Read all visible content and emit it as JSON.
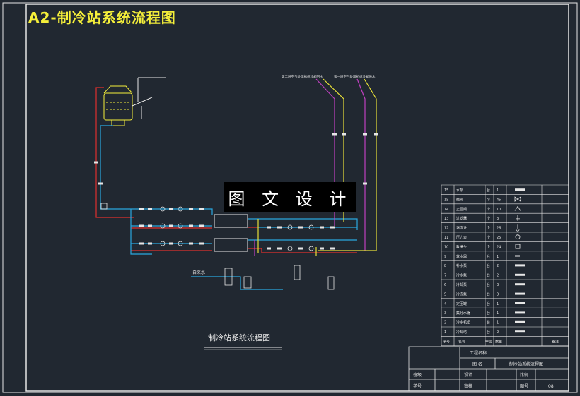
{
  "page": {
    "title": "A2-制冷站系统流程图"
  },
  "watermark": "图 文 设 计",
  "diagram": {
    "caption": "制冷站系统流程图",
    "water_source_label": "自来水",
    "riser_labels": [
      "第二层空气处理机组冷却回水",
      "第一层空气处理机组冷却供水"
    ]
  },
  "legend": {
    "header": {
      "no": "序号",
      "name": "名称",
      "unit": "单位",
      "qty": "数量",
      "note": "备注"
    },
    "rows": [
      {
        "no": "15",
        "name": "水泵",
        "unit": "台",
        "qty": "1",
        "symbol": "bar"
      },
      {
        "no": "15",
        "name": "截阀",
        "unit": "个",
        "qty": "45",
        "symbol": "valve"
      },
      {
        "no": "14",
        "name": "止回阀",
        "unit": "个",
        "qty": "10",
        "symbol": "check"
      },
      {
        "no": "13",
        "name": "过滤器",
        "unit": "个",
        "qty": "3",
        "symbol": "filter"
      },
      {
        "no": "12",
        "name": "温度计",
        "unit": "个",
        "qty": "26",
        "symbol": "thermo"
      },
      {
        "no": "11",
        "name": "压力表",
        "unit": "个",
        "qty": "25",
        "symbol": "gauge"
      },
      {
        "no": "10",
        "name": "软接头",
        "unit": "个",
        "qty": "24",
        "symbol": "flex"
      },
      {
        "no": "9",
        "name": "软水器",
        "unit": "台",
        "qty": "1",
        "symbol": "tinybar"
      },
      {
        "no": "8",
        "name": "补水泵",
        "unit": "台",
        "qty": "2",
        "symbol": "bar"
      },
      {
        "no": "7",
        "name": "冷水泵",
        "unit": "台",
        "qty": "2",
        "symbol": "bar"
      },
      {
        "no": "6",
        "name": "冷却泵",
        "unit": "台",
        "qty": "3",
        "symbol": "bar"
      },
      {
        "no": "5",
        "name": "冷冻泵",
        "unit": "台",
        "qty": "3",
        "symbol": "bar"
      },
      {
        "no": "4",
        "name": "定压罐",
        "unit": "台",
        "qty": "1",
        "symbol": "bar"
      },
      {
        "no": "3",
        "name": "集分水器",
        "unit": "台",
        "qty": "1",
        "symbol": "bar"
      },
      {
        "no": "2",
        "name": "冷水机组",
        "unit": "台",
        "qty": "1",
        "symbol": "bar"
      },
      {
        "no": "1",
        "name": "冷却塔",
        "unit": "台",
        "qty": "2",
        "symbol": "bar"
      }
    ]
  },
  "title_block": {
    "project_label": "工程名称",
    "drawing_label": "图  名",
    "drawing_name": "制冷站系统流程图",
    "class_label": "班级",
    "designer_label": "设计",
    "scale_label": "比例",
    "student_label": "学号",
    "reviewer_label": "审核",
    "sheet_label": "图号",
    "sheet_no": "08"
  },
  "colors": {
    "background": "#212831",
    "frame": "#e6e6e6",
    "title": "#f5ef3a",
    "supply_pipe": "#2aa8e0",
    "return_pipe": "#e0302e",
    "riser_magenta": "#c040c0",
    "riser_yellow": "#e8e038",
    "equipment": "#e6e6e6"
  }
}
